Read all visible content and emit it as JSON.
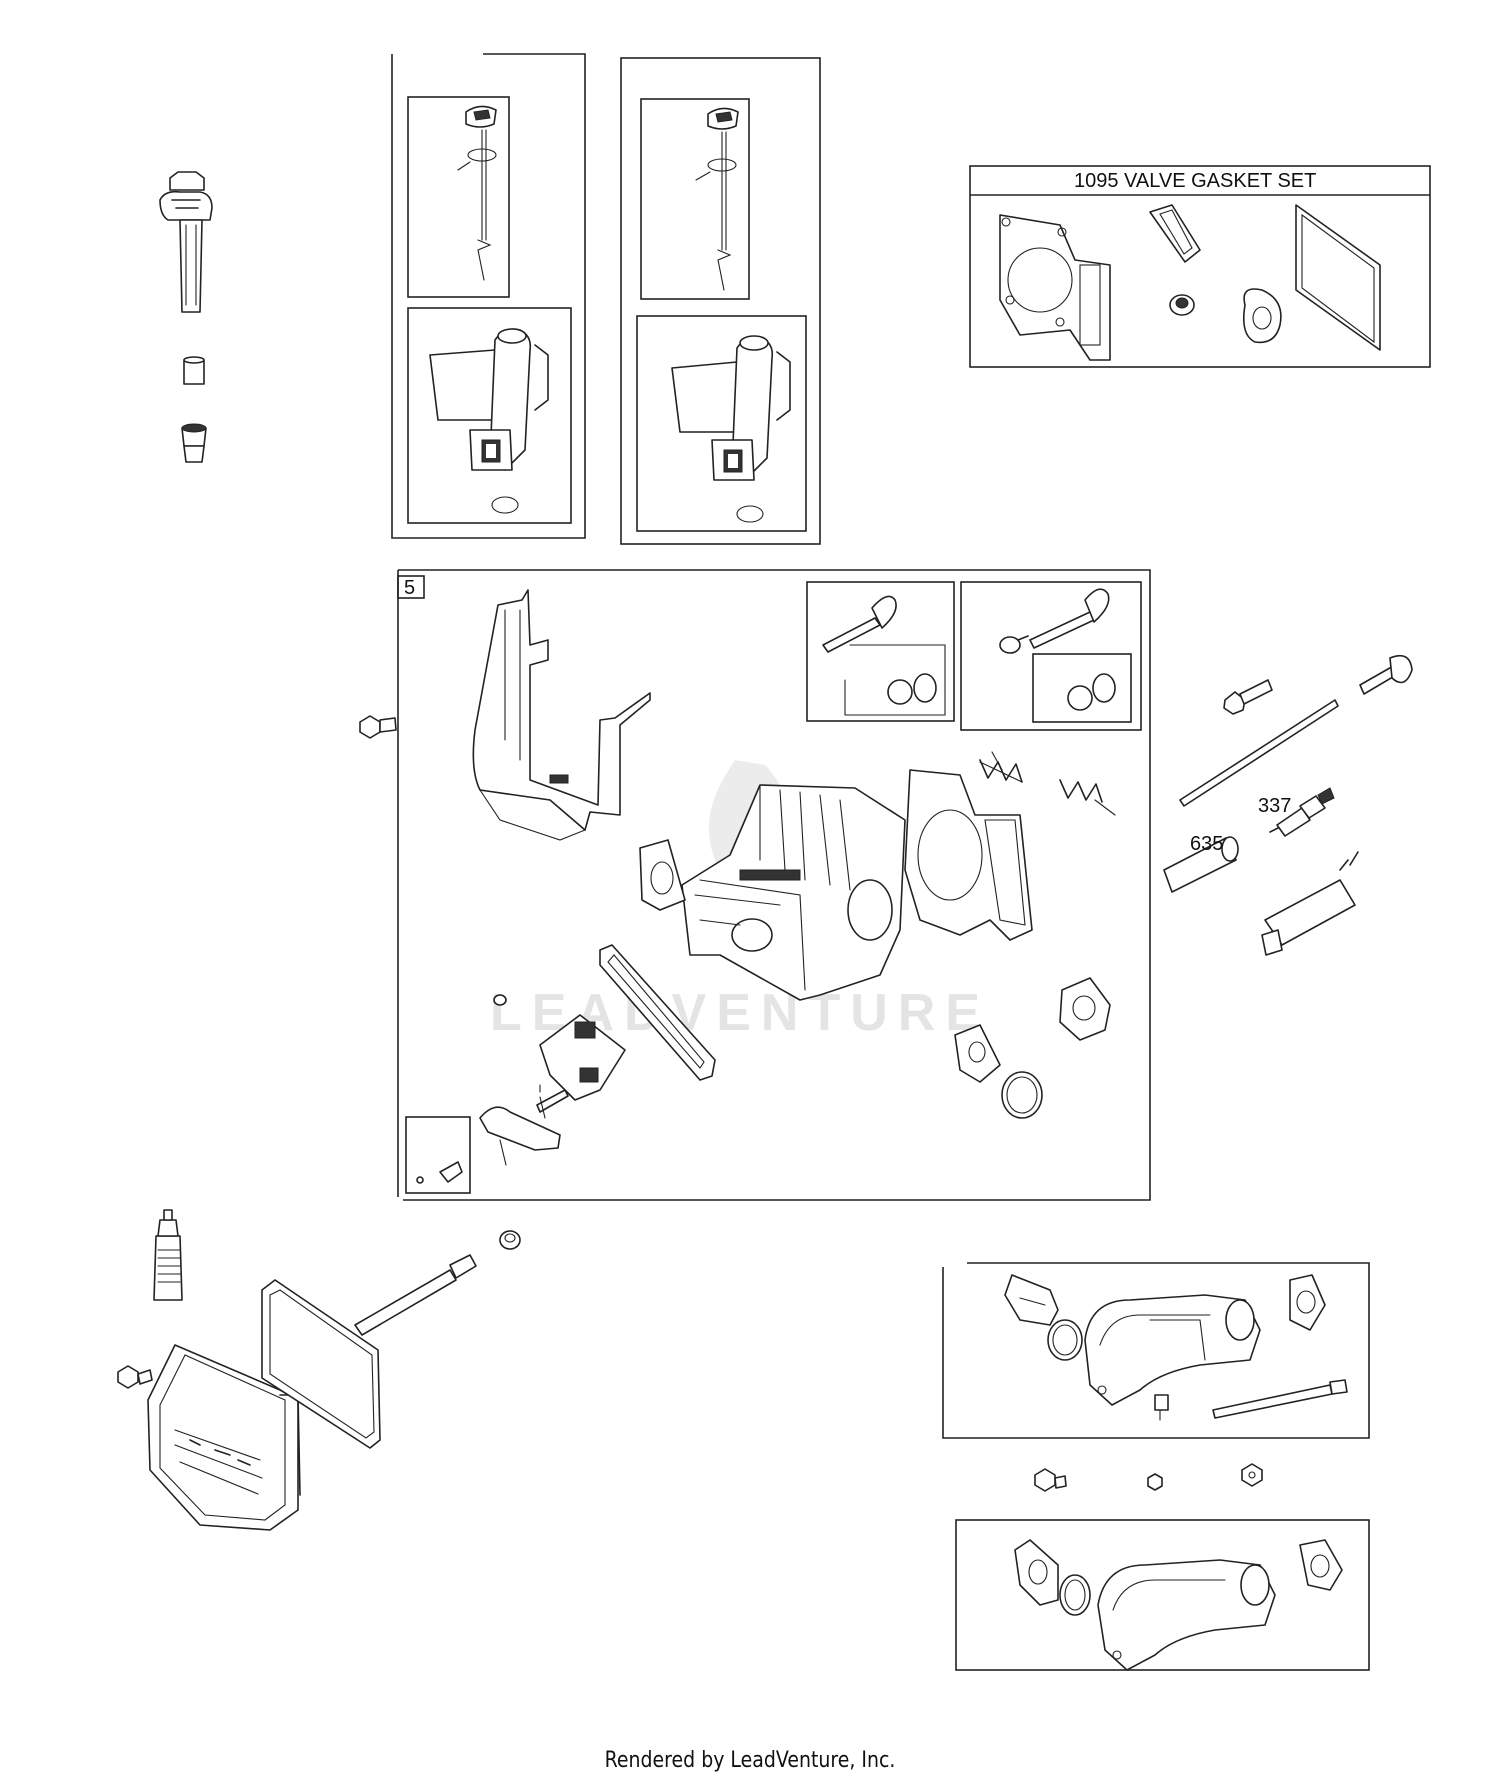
{
  "boxes": {
    "valve_gasket_set_header": "1095 VALVE GASKET SET",
    "cylinder_head_box_number": "5"
  },
  "callouts": {
    "spark_plug": "337",
    "spark_plug_boot": "635"
  },
  "watermark": "LEADVENTURE",
  "footer": "Rendered by LeadVenture, Inc."
}
